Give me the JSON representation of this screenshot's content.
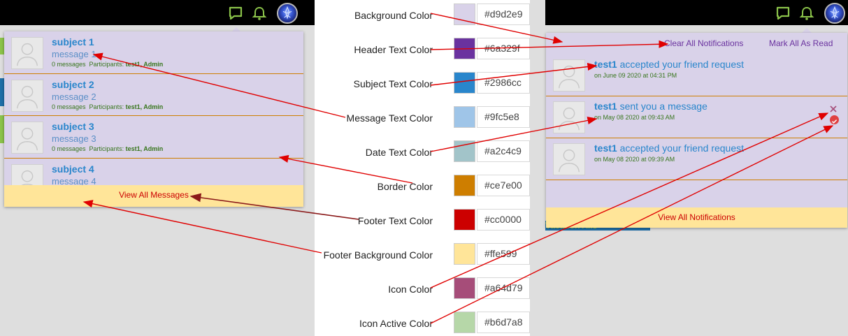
{
  "settings": {
    "rows": [
      {
        "label": "Background Color",
        "hex": "#d9d2e9"
      },
      {
        "label": "Header Text Color",
        "hex": "#6a329f"
      },
      {
        "label": "Subject Text Color",
        "hex": "#2986cc"
      },
      {
        "label": "Message Text Color",
        "hex": "#9fc5e8"
      },
      {
        "label": "Date Text Color",
        "hex": "#a2c4c9"
      },
      {
        "label": "Border Color",
        "hex": "#ce7e00"
      },
      {
        "label": "Footer Text Color",
        "hex": "#cc0000"
      },
      {
        "label": "Footer Background Color",
        "hex": "#ffe599"
      },
      {
        "label": "Icon Color",
        "hex": "#a64d79"
      },
      {
        "label": "Icon Active Color",
        "hex": "#b6d7a8"
      }
    ]
  },
  "messages_dropdown": {
    "items": [
      {
        "subject": "subject 1",
        "message": "message 1",
        "count": "0 messages",
        "participants_label": "Participants:",
        "participants": "test1, Admin"
      },
      {
        "subject": "subject 2",
        "message": "message 2",
        "count": "0 messages",
        "participants_label": "Participants:",
        "participants": "test1, Admin"
      },
      {
        "subject": "subject 3",
        "message": "message 3",
        "count": "0 messages",
        "participants_label": "Participants:",
        "participants": "test1, Admin"
      },
      {
        "subject": "subject 4",
        "message": "message 4"
      }
    ],
    "footer_label": "View All Messages"
  },
  "notifications_dropdown": {
    "clear_all_label": "Clear All Notifications",
    "mark_all_label": "Mark All As Read",
    "items": [
      {
        "user": "test1",
        "text": "accepted your friend request",
        "date": "on June 09 2020 at 04:31 PM"
      },
      {
        "user": "test1",
        "text": "sent you a message",
        "date": "on May 08 2020 at 09:43 AM"
      },
      {
        "user": "test1",
        "text": "accepted your friend request",
        "date": "on May 08 2020 at 09:39 AM"
      }
    ],
    "footer_label": "View All Notifications",
    "partial_background_text": "Vacation Alls"
  },
  "colors": {
    "topbar": "#000000",
    "icon_green": "#8bc34a",
    "arrow_red": "#e00000",
    "arrow_dark": "#8b1a1a"
  },
  "icons": [
    "chat-bubble-icon",
    "bell-icon",
    "avatar",
    "user-placeholder-icon",
    "close-icon",
    "check-circle-icon"
  ]
}
